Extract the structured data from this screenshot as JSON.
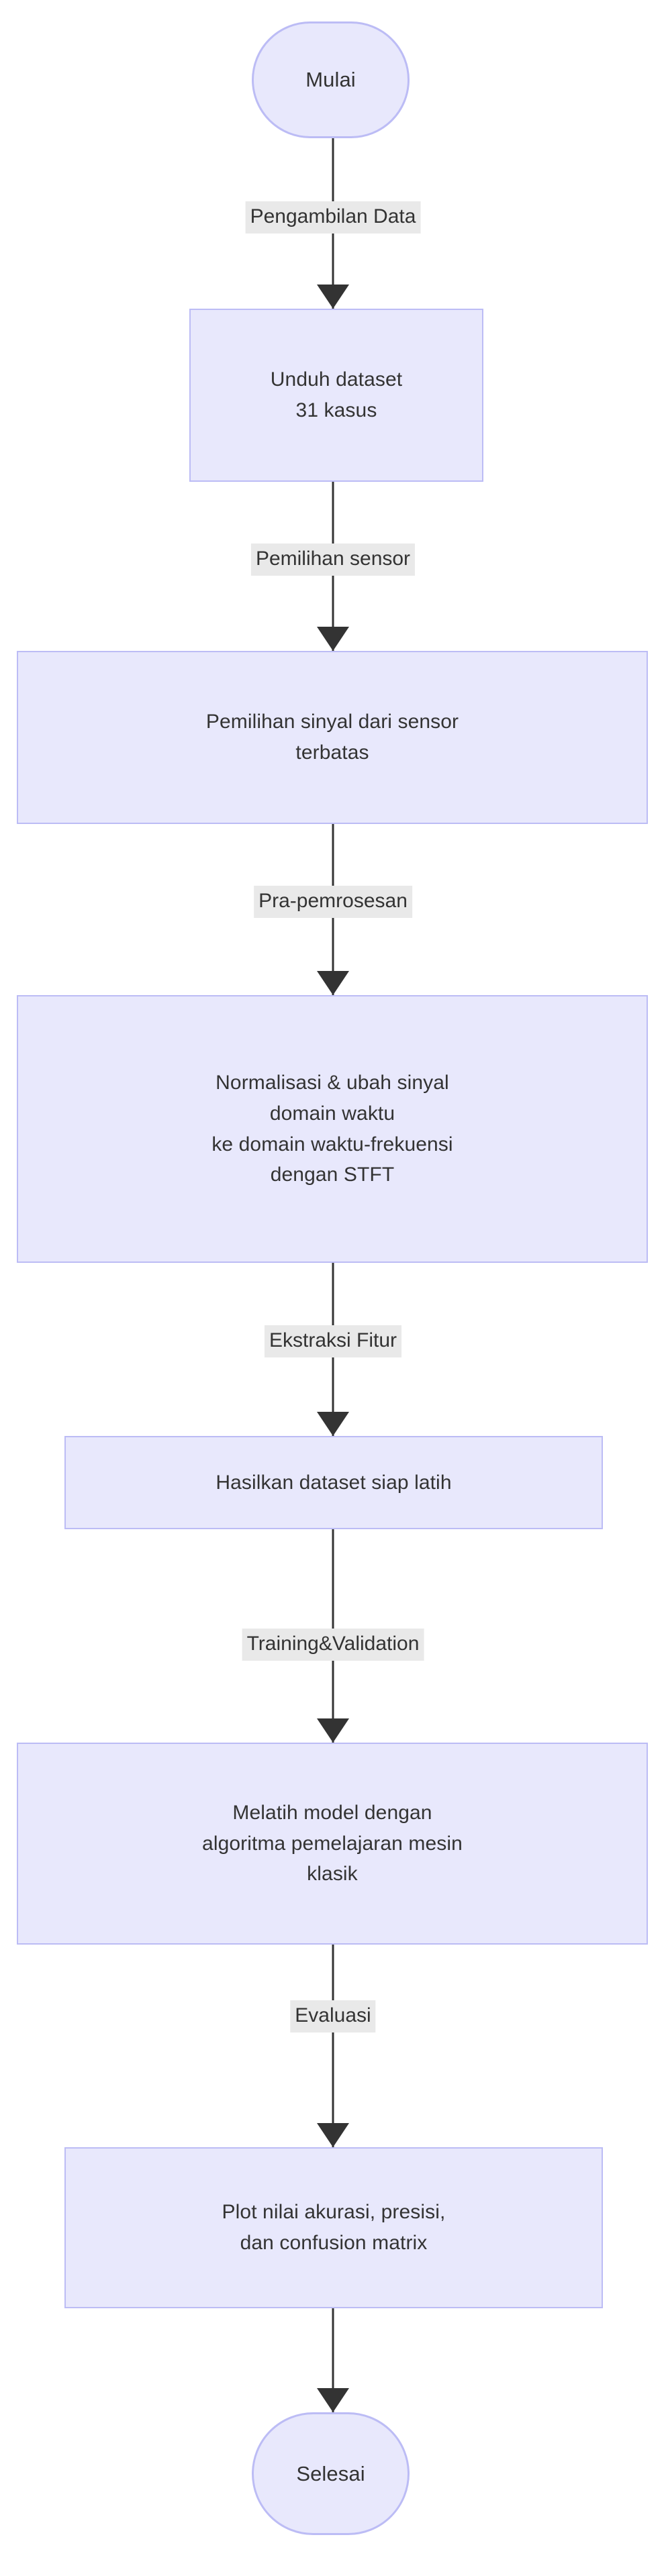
{
  "diagram": {
    "type": "flowchart",
    "orientation": "top-to-bottom",
    "language": "id",
    "colors": {
      "node_fill": "#e8e8fc",
      "node_border": "#bcbcf5",
      "edge_line": "#333333",
      "edge_label_background": "#e9e9e9",
      "text": "#333333",
      "canvas_background": "#ffffff"
    },
    "nodes": [
      {
        "id": "start",
        "shape": "ellipse",
        "label": "Mulai"
      },
      {
        "id": "download",
        "shape": "rectangle",
        "label": "Unduh dataset\n31 kasus"
      },
      {
        "id": "signal",
        "shape": "rectangle",
        "label": "Pemilihan sinyal dari sensor\nterbatas"
      },
      {
        "id": "preprocess",
        "shape": "rectangle",
        "label": "Normalisasi & ubah sinyal\ndomain waktu\nke domain waktu-frekuensi\ndengan STFT"
      },
      {
        "id": "dataset",
        "shape": "rectangle",
        "label": "Hasilkan dataset siap latih"
      },
      {
        "id": "train",
        "shape": "rectangle",
        "label": "Melatih model dengan\nalgoritma pemelajaran mesin\nklasik"
      },
      {
        "id": "evaluate",
        "shape": "rectangle",
        "label": "Plot nilai akurasi, presisi,\ndan confusion matrix"
      },
      {
        "id": "end",
        "shape": "ellipse",
        "label": "Selesai"
      }
    ],
    "edges": [
      {
        "from": "start",
        "to": "download",
        "label": "Pengambilan Data"
      },
      {
        "from": "download",
        "to": "signal",
        "label": "Pemilihan sensor"
      },
      {
        "from": "signal",
        "to": "preprocess",
        "label": "Pra-pemrosesan"
      },
      {
        "from": "preprocess",
        "to": "dataset",
        "label": "Ekstraksi Fitur"
      },
      {
        "from": "dataset",
        "to": "train",
        "label": "Training&Validation"
      },
      {
        "from": "train",
        "to": "evaluate",
        "label": "Evaluasi"
      },
      {
        "from": "evaluate",
        "to": "end",
        "label": ""
      }
    ]
  }
}
